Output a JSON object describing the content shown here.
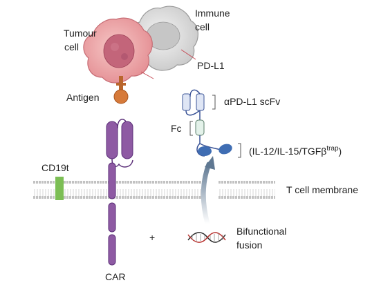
{
  "labels": {
    "tumour_line1": "Tumour",
    "tumour_line2": "cell",
    "immune_line1": "Immune",
    "immune_line2": "cell",
    "pdl1": "PD-L1",
    "antigen": "Antigen",
    "scfv": "αPD-L1 scFv",
    "fc": "Fc",
    "cytokine_prefix": "(IL-12/IL-15/TGFβ",
    "cytokine_sup": "trap",
    "cytokine_suffix": ")",
    "cd19t": "CD19t",
    "membrane": "T cell membrane",
    "bifunctional_line1": "Bifunctional",
    "bifunctional_line2": "fusion",
    "plus": "+",
    "car": "CAR"
  },
  "colors": {
    "car_purple": "#8e5aa3",
    "car_stroke": "#5b2f78",
    "scfv_fill": "#dfe6f5",
    "scfv_stroke": "#3b5497",
    "fc_fill": "#e4f2ea",
    "fc_stroke": "#5a7e6a",
    "trap_blue": "#3f6db3",
    "antigen_orange": "#d67a3a",
    "cd19t_green": "#7cbe55",
    "membrane_gray": "#c9c9c9",
    "tumour_pink": "#eba2a4",
    "tumour_nucleus": "#c66b78",
    "immune_gray": "#d8d8d8"
  }
}
